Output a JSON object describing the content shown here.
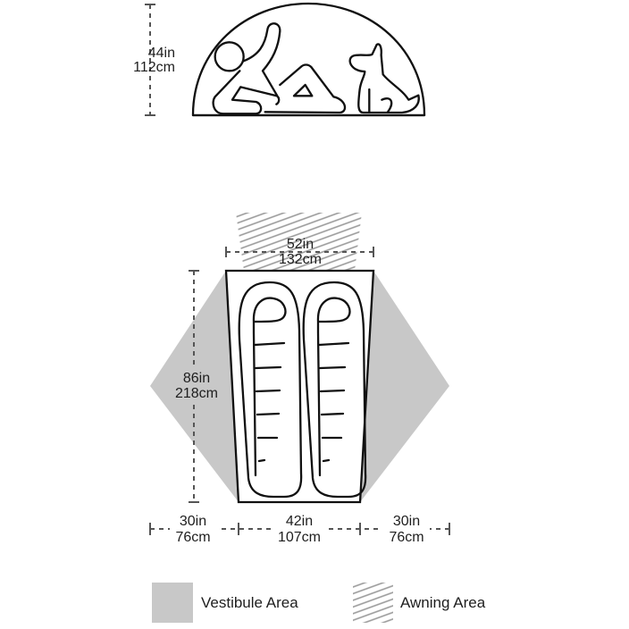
{
  "side_view": {
    "height_in": "44in",
    "height_cm": "112cm"
  },
  "floor_plan": {
    "width_in": "52in",
    "width_cm": "132cm",
    "length_in": "86in",
    "length_cm": "218cm",
    "left_vestibule_in": "30in",
    "left_vestibule_cm": "76cm",
    "floor_width_in": "42in",
    "floor_width_cm": "107cm",
    "right_vestibule_in": "30in",
    "right_vestibule_cm": "76cm"
  },
  "legend": {
    "vestibule": "Vestibule Area",
    "awning": "Awning Area"
  },
  "colors": {
    "vestibule": "#c8c8c8",
    "hatch": "#9a9a9a",
    "outline": "#111111"
  }
}
